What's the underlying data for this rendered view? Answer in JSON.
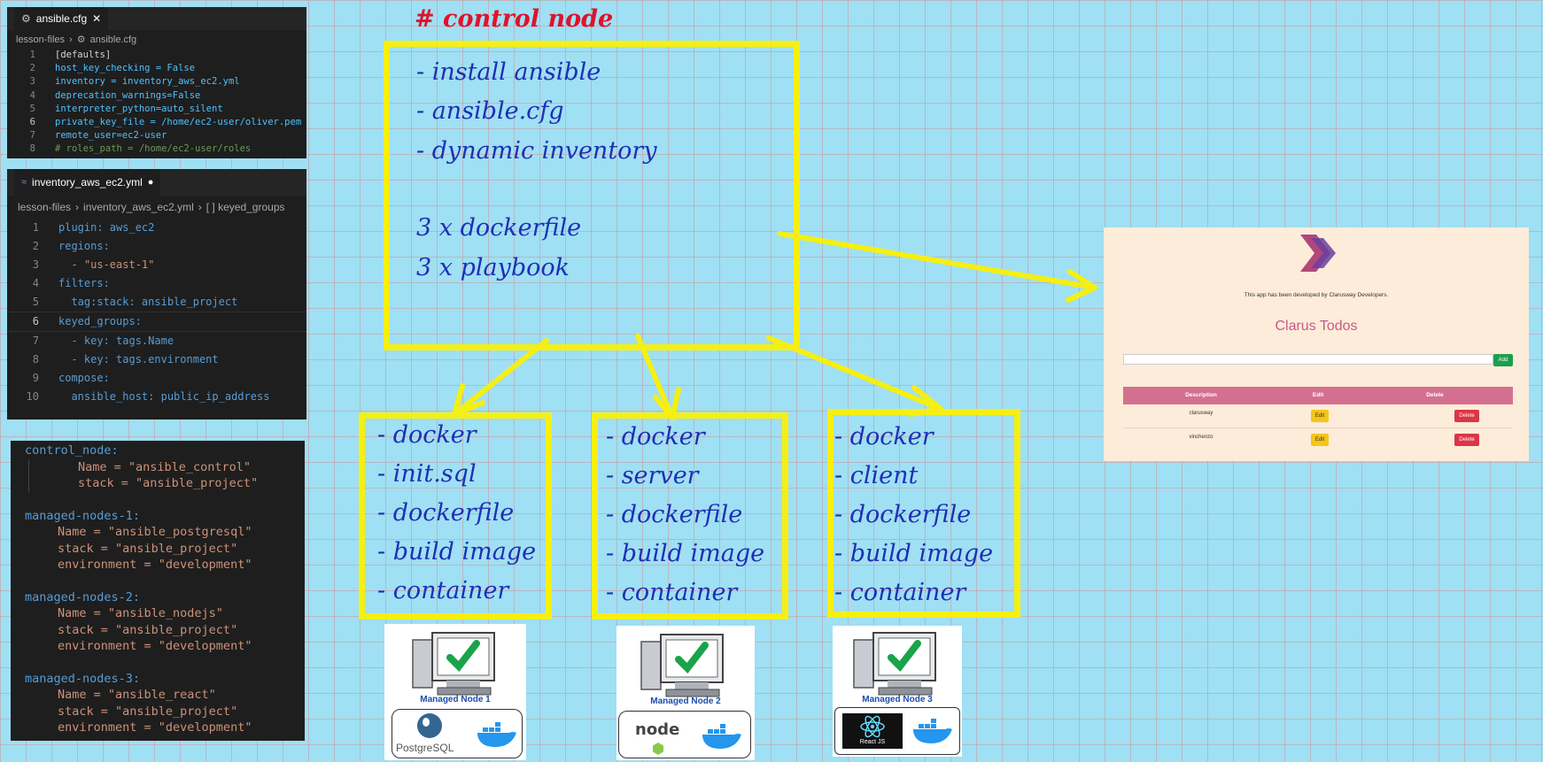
{
  "editor_cfg": {
    "tab": "ansible.cfg",
    "breadcrumb": [
      "lesson-files",
      "ansible.cfg"
    ],
    "lines": [
      {
        "n": "1",
        "t": "[defaults]"
      },
      {
        "n": "2",
        "t": "host_key_checking = False"
      },
      {
        "n": "3",
        "t": "inventory = inventory_aws_ec2.yml"
      },
      {
        "n": "4",
        "t": "deprecation_warnings=False"
      },
      {
        "n": "5",
        "t": "interpreter_python=auto_silent"
      },
      {
        "n": "6",
        "t": "private_key_file = /home/ec2-user/oliver.pem"
      },
      {
        "n": "7",
        "t": "remote_user=ec2-user"
      },
      {
        "n": "8",
        "t": "# roles_path = /home/ec2-user/roles"
      }
    ]
  },
  "editor_inv": {
    "tab": "inventory_aws_ec2.yml",
    "breadcrumb": [
      "lesson-files",
      "inventory_aws_ec2.yml",
      "[ ] keyed_groups"
    ],
    "lines": [
      {
        "n": "1",
        "t": "plugin: aws_ec2"
      },
      {
        "n": "2",
        "t": "regions:"
      },
      {
        "n": "3",
        "t": "  - \"us-east-1\""
      },
      {
        "n": "4",
        "t": "filters:"
      },
      {
        "n": "5",
        "t": "  tag:stack: ansible_project"
      },
      {
        "n": "6",
        "t": "keyed_groups:"
      },
      {
        "n": "7",
        "t": "  - key: tags.Name"
      },
      {
        "n": "8",
        "t": "  - key: tags.environment"
      },
      {
        "n": "9",
        "t": "compose:"
      },
      {
        "n": "10",
        "t": "  ansible_host: public_ip_address"
      }
    ]
  },
  "tags_panel": {
    "groups": [
      {
        "name": "control_node:",
        "lines": [
          "Name = \"ansible_control\"",
          "stack = \"ansible_project\""
        ]
      },
      {
        "name": "managed-nodes-1:",
        "lines": [
          "Name = \"ansible_postgresql\"",
          "stack = \"ansible_project\"",
          "environment = \"development\""
        ]
      },
      {
        "name": "managed-nodes-2:",
        "lines": [
          "Name = \"ansible_nodejs\"",
          "stack = \"ansible_project\"",
          "environment = \"development\""
        ]
      },
      {
        "name": "managed-nodes-3:",
        "lines": [
          "Name = \"ansible_react\"",
          "stack = \"ansible_project\"",
          "environment = \"development\""
        ]
      }
    ]
  },
  "control": {
    "title": "# control node",
    "items": [
      "- install ansible",
      "- ansible.cfg",
      "- dynamic inventory",
      "3 x dockerfile",
      "3 x playbook"
    ]
  },
  "boxes": [
    {
      "items": [
        "- docker",
        "- init.sql",
        "- dockerfile",
        "- build image",
        "- container"
      ]
    },
    {
      "items": [
        "- docker",
        "- server",
        "- dockerfile",
        "- build image",
        "- container"
      ]
    },
    {
      "items": [
        "- docker",
        "- client",
        "- dockerfile",
        "- build image",
        "- container"
      ]
    }
  ],
  "nodes": [
    {
      "label": "Managed Node 1",
      "tech": "PostgreSQL"
    },
    {
      "label": "Managed Node 2",
      "tech": "node"
    },
    {
      "label": "Managed Node 3",
      "tech": "React JS"
    }
  ],
  "app": {
    "subtitle": "This app has been developed by Clarusway Developers.",
    "title": "Clarus Todos",
    "add_label": "Add",
    "input_placeholder": "",
    "headers": [
      "Description",
      "Edit",
      "Delete"
    ],
    "rows": [
      {
        "desc": "clarusway",
        "edit": "Edit",
        "delete": "Delete"
      },
      {
        "desc": "vinchenzo",
        "edit": "Edit",
        "delete": "Delete"
      }
    ]
  },
  "colors": {
    "highlight_yellow": "#f5ef12",
    "handwriting_blue": "#1f2fb5",
    "title_red": "#e0122b",
    "app_pink": "#d4708f"
  }
}
